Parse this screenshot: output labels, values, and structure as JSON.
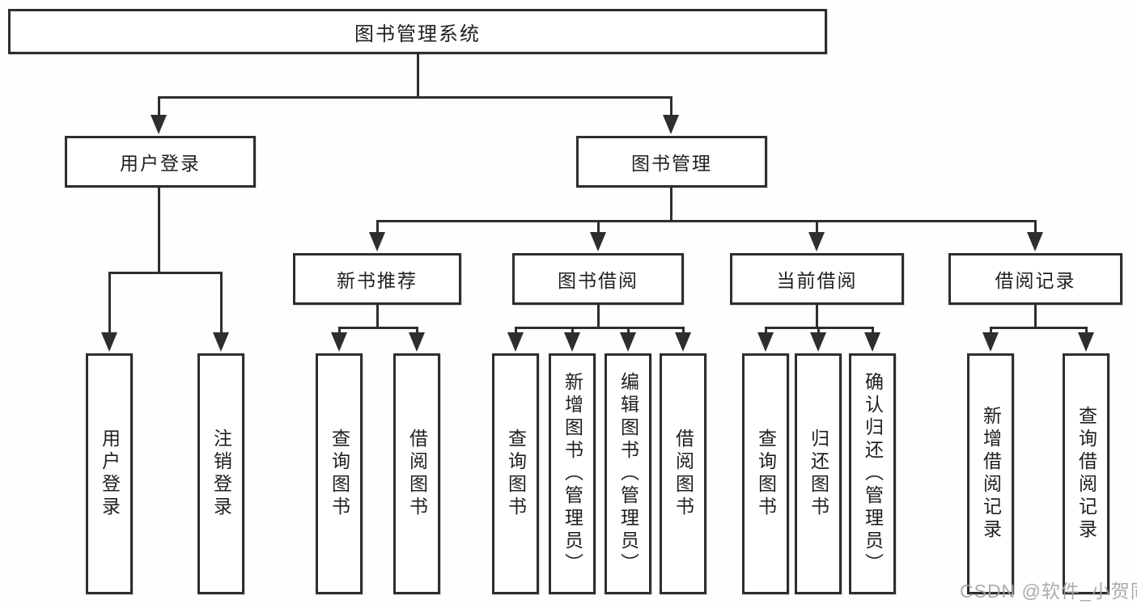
{
  "diagram": {
    "root": {
      "label": "图书管理系统"
    },
    "login_branch": {
      "label": "用户登录",
      "children": [
        {
          "label": "用户登录"
        },
        {
          "label": "注销登录"
        }
      ]
    },
    "mgmt_branch": {
      "label": "图书管理",
      "sections": [
        {
          "label": "新书推荐",
          "children": [
            {
              "label": "查询图书"
            },
            {
              "label": "借阅图书"
            }
          ]
        },
        {
          "label": "图书借阅",
          "children": [
            {
              "label": "查询图书"
            },
            {
              "label": "新增图书（管理员）"
            },
            {
              "label": "编辑图书（管理员）"
            },
            {
              "label": "借阅图书"
            }
          ]
        },
        {
          "label": "当前借阅",
          "children": [
            {
              "label": "查询图书"
            },
            {
              "label": "归还图书"
            },
            {
              "label": "确认归还（管理员）"
            }
          ]
        },
        {
          "label": "借阅记录",
          "children": [
            {
              "label": "新增借阅记录"
            },
            {
              "label": "查询借阅记录"
            }
          ]
        }
      ]
    },
    "watermark": "CSDN @软件_小贺同学",
    "colors": {
      "line": "#2e2e2e",
      "text": "#1f1f1f",
      "watermark": "#a3a3a3"
    }
  }
}
